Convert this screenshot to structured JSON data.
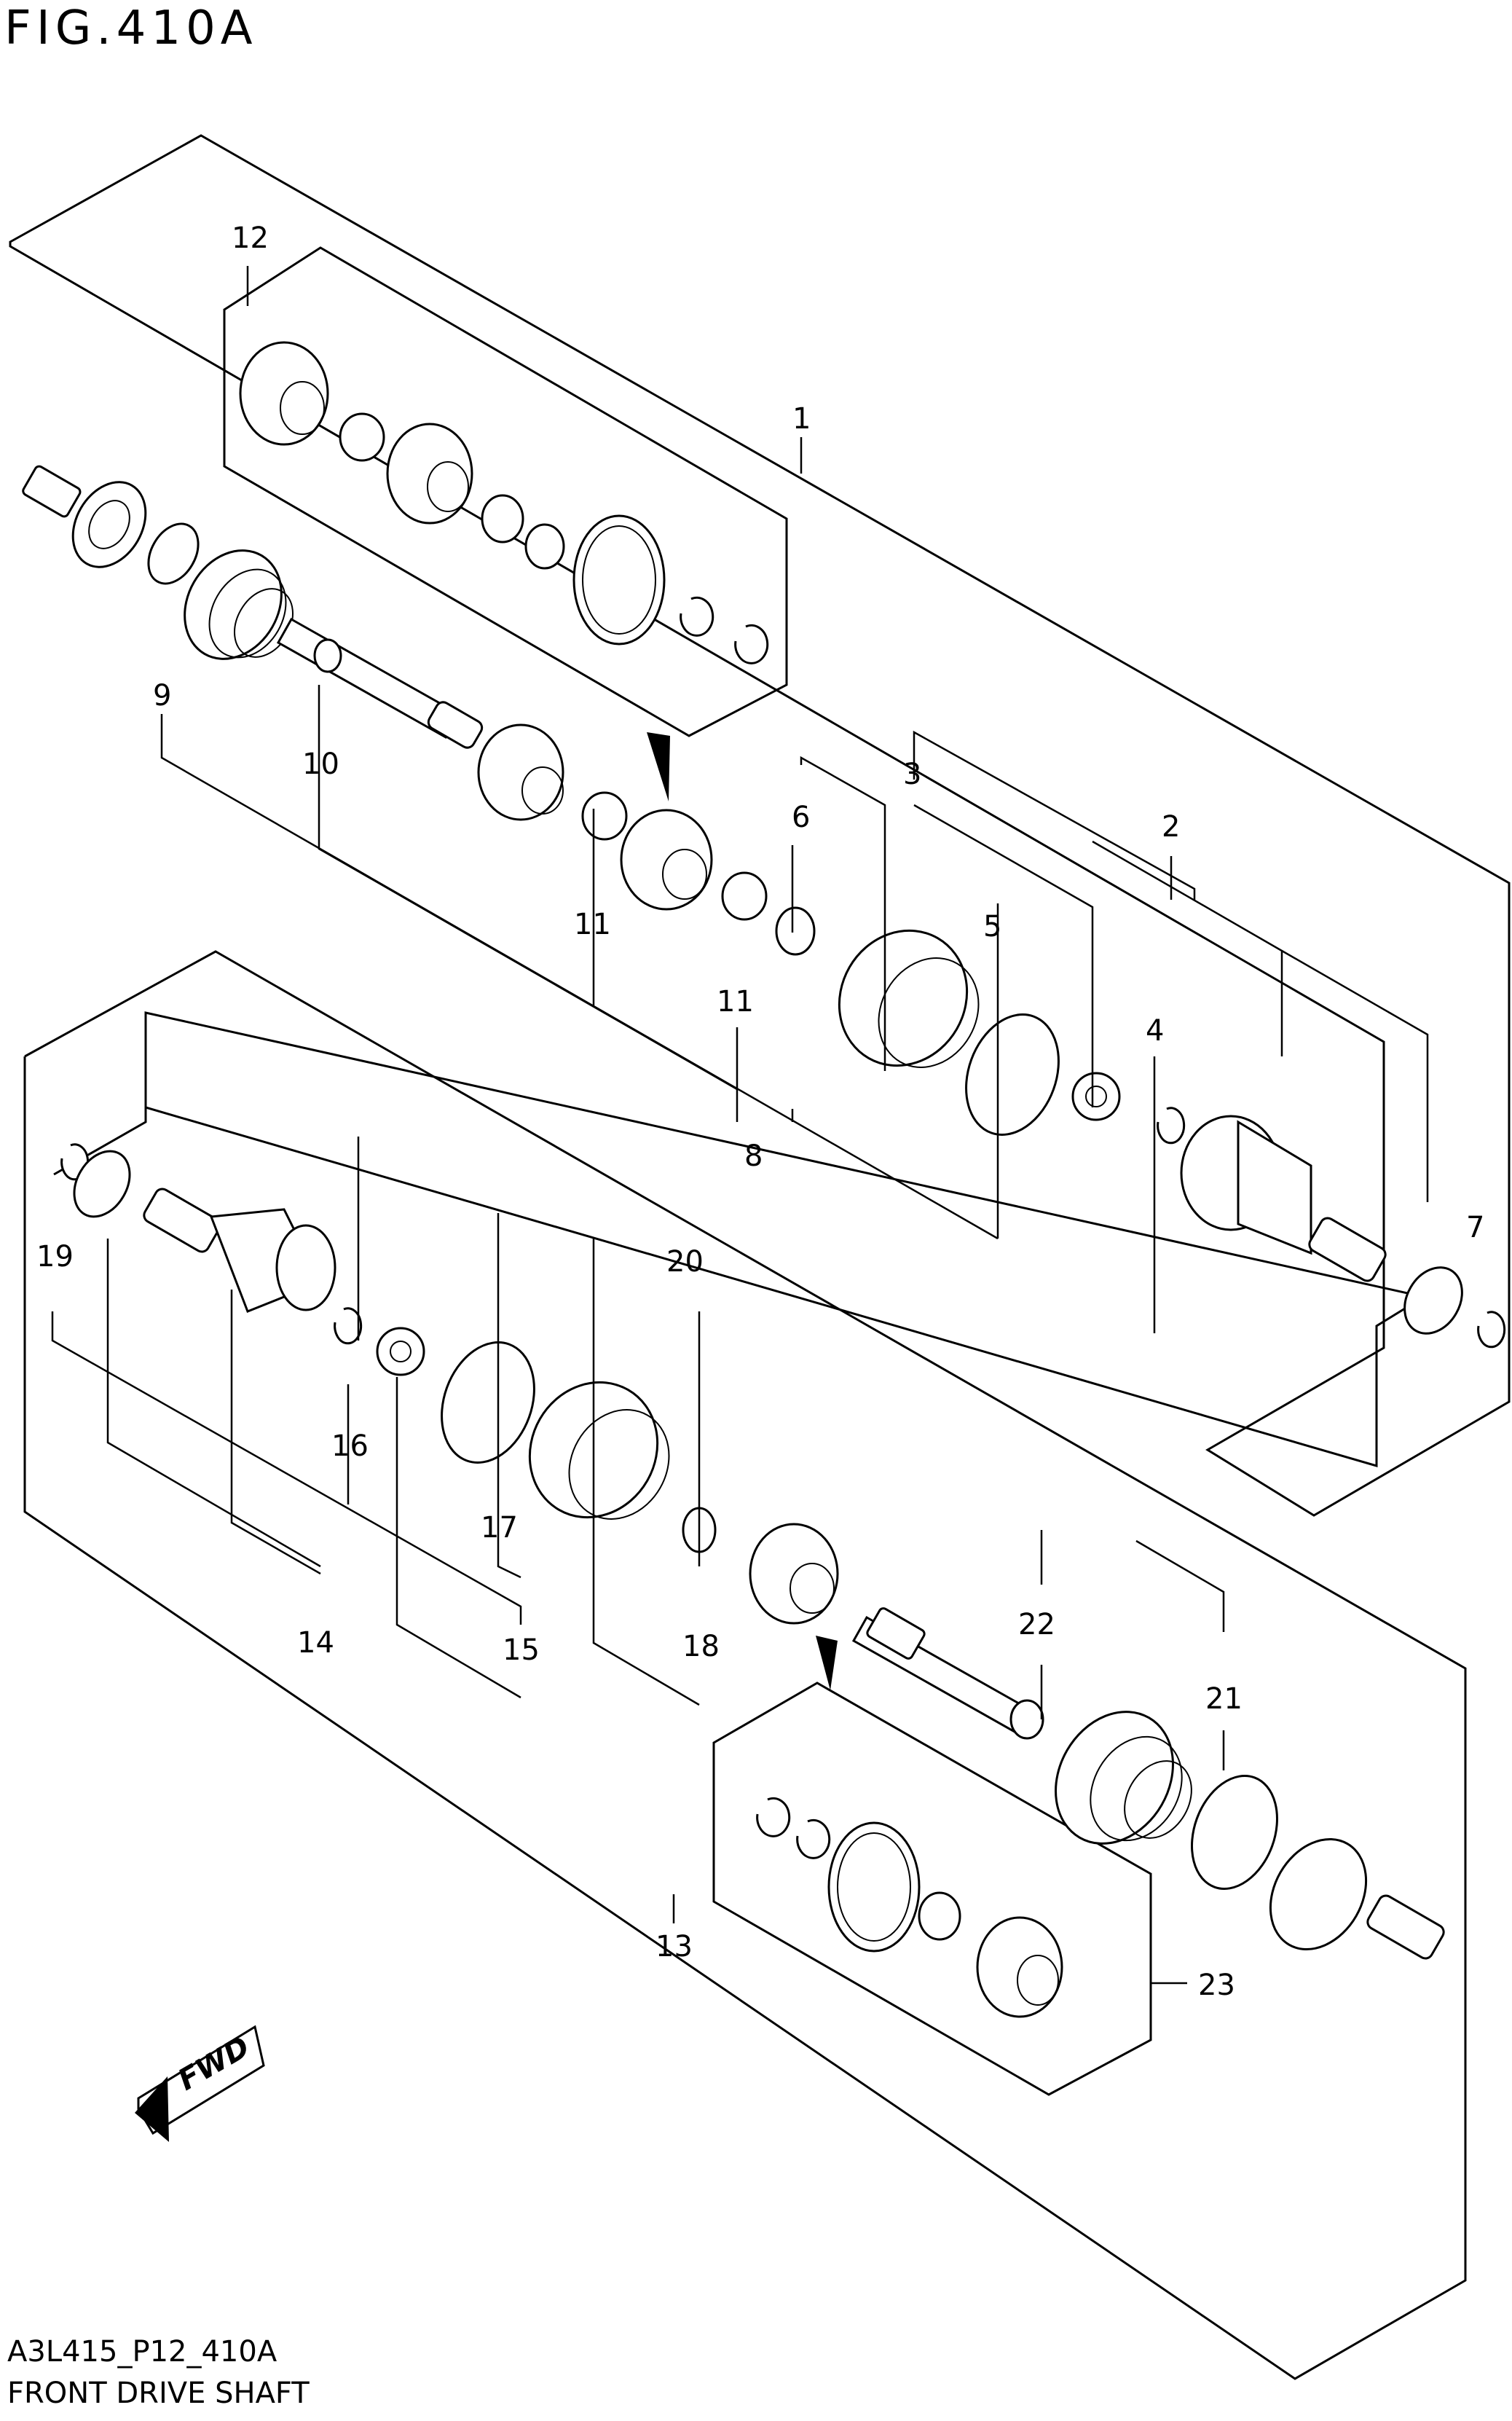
{
  "figure": {
    "title": "FIG.410A",
    "drawing_code": "A3L415_P12_410A",
    "name": "FRONT DRIVE SHAFT"
  },
  "callouts": [
    "1",
    "2",
    "3",
    "4",
    "5",
    "6",
    "7",
    "8",
    "9",
    "10",
    "11",
    "11",
    "12",
    "13",
    "14",
    "15",
    "16",
    "17",
    "18",
    "19",
    "20",
    "21",
    "22",
    "23"
  ],
  "fwd_label": "FWD"
}
